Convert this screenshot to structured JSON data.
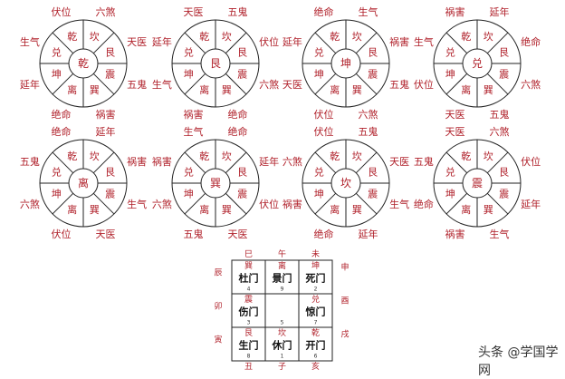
{
  "colors": {
    "label": "#b0202a",
    "line": "#222222",
    "text": "#111111"
  },
  "sector_order": [
    "乾",
    "坎",
    "艮",
    "震",
    "巽",
    "离",
    "坤",
    "兑"
  ],
  "wheels": [
    {
      "center": "乾",
      "outer": [
        "伏位",
        "六煞",
        "天医",
        "五鬼",
        "祸害",
        "绝命",
        "延年",
        "生气"
      ]
    },
    {
      "center": "艮",
      "outer": [
        "天医",
        "五鬼",
        "伏位",
        "六煞",
        "绝命",
        "祸害",
        "生气",
        "延年"
      ]
    },
    {
      "center": "坤",
      "outer": [
        "绝命",
        "生气",
        "祸害",
        "五鬼",
        "六煞",
        "伏位",
        "天医",
        "延年"
      ]
    },
    {
      "center": "兑",
      "outer": [
        "祸害",
        "延年",
        "绝命",
        "六煞",
        "五鬼",
        "天医",
        "伏位",
        "生气"
      ]
    },
    {
      "center": "离",
      "outer": [
        "绝命",
        "延年",
        "祸害",
        "生气",
        "天医",
        "伏位",
        "六煞",
        "五鬼"
      ]
    },
    {
      "center": "巽",
      "outer": [
        "生气",
        "绝命",
        "延年",
        "伏位",
        "天医",
        "五鬼",
        "六煞",
        "祸害"
      ]
    },
    {
      "center": "坎",
      "outer": [
        "伏位",
        "五鬼",
        "天医",
        "生气",
        "延年",
        "绝命",
        "祸害",
        "六煞"
      ]
    },
    {
      "center": "震",
      "outer": [
        "天医",
        "六煞",
        "伏位",
        "延年",
        "生气",
        "祸害",
        "绝命",
        "五鬼"
      ]
    }
  ],
  "grid": {
    "top": [
      "巳",
      "午",
      "未"
    ],
    "left": [
      "辰",
      "卯",
      "寅"
    ],
    "right": [
      "申",
      "酉",
      "戌"
    ],
    "bottom": [
      "丑",
      "子",
      "亥"
    ],
    "cells": [
      {
        "trigram": "巽",
        "gate": "杜门",
        "num": "4"
      },
      {
        "trigram": "离",
        "gate": "景门",
        "num": "9"
      },
      {
        "trigram": "坤",
        "gate": "死门",
        "num": "2"
      },
      {
        "trigram": "震",
        "gate": "伤门",
        "num": "3"
      },
      {
        "trigram": "",
        "gate": "",
        "num": "5"
      },
      {
        "trigram": "兑",
        "gate": "惊门",
        "num": "7"
      },
      {
        "trigram": "艮",
        "gate": "生门",
        "num": "8"
      },
      {
        "trigram": "坎",
        "gate": "休门",
        "num": "1"
      },
      {
        "trigram": "乾",
        "gate": "开门",
        "num": "6"
      }
    ]
  },
  "watermark": "头条 @学国学网"
}
